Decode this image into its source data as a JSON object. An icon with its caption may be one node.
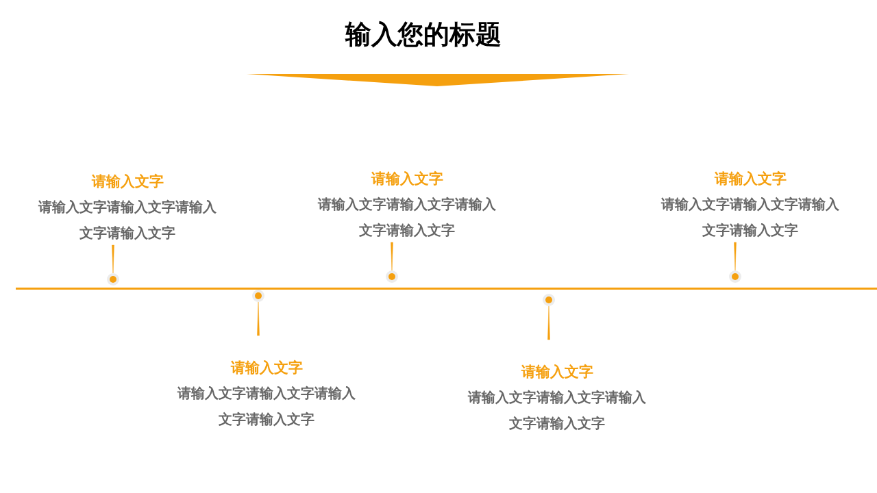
{
  "diagram": {
    "title": "输入您的标题",
    "nodes": [
      {
        "text": [
          "请输入文字",
          "请输入文字请输入文字请输入文字请输入文字"
        ]
      },
      {
        "text": [
          "请输入文字",
          "请输入文字请输入文字请输入文字请输入文字"
        ]
      },
      {
        "text": [
          "请输入文字",
          "请输入文字请输入文字请输入文字请输入文字"
        ]
      },
      {
        "text": [
          "请输入文字",
          "请输入文字请输入文字请输入文字请输入文字"
        ]
      },
      {
        "text": [
          "请输入文字",
          "请输入文字请输入文字请输入文字请输入文字"
        ]
      },
      {
        "text": [],
        "shape": "circle"
      },
      {
        "text": [],
        "shape": "circle"
      },
      {
        "text": [],
        "shape": "circle"
      },
      {
        "text": [],
        "shape": "circle"
      },
      {
        "text": [],
        "shape": "circle"
      },
      {
        "text": [],
        "shape": "triangle"
      }
    ],
    "edges": [
      {
        "from": 0,
        "to": 5,
        "arrow": "none"
      },
      {
        "from": 6,
        "to": 1,
        "arrow": "none"
      },
      {
        "from": 2,
        "to": 7,
        "arrow": "none"
      },
      {
        "from": 8,
        "to": 3,
        "arrow": "none"
      },
      {
        "from": 4,
        "to": 9,
        "arrow": "none"
      }
    ]
  }
}
